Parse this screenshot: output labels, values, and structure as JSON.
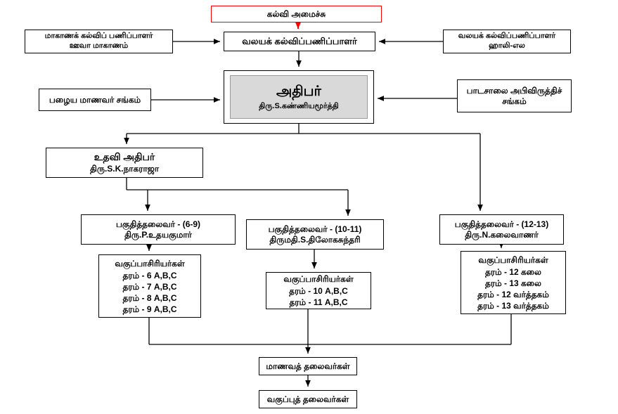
{
  "diagram": {
    "ministry": {
      "label": "கல்வி அமைச்சு"
    },
    "zonal_director": {
      "label": "வலயக் கல்விப்பணிப்பாளர்"
    },
    "provincial_director": {
      "line1": "மாகாணக் கல்விப் பணிப்பாளர்",
      "line2": "ஊவா மாகாணம்"
    },
    "zonal_office": {
      "line1": "வலயக் கல்விப்பணிப்பாளர்",
      "line2": "ஹாலி-எல"
    },
    "principal": {
      "title": "அதிபர்",
      "name": "திரு.S.கண்ணியமூர்த்தி"
    },
    "old_students_assoc": {
      "label": "பழைய மாணவர் சங்கம்"
    },
    "school_dev_society": {
      "line1": "பாடசாலை அபிவிருத்திச்",
      "line2": "சங்கம்"
    },
    "vice_principal": {
      "title": "உதவி அதிபர்",
      "name": "திரு.S.K.நாகராஜா"
    },
    "section_heads": [
      {
        "title": "பகுதித்தலைவர் - (6-9)",
        "name": "திரு.P.உதயகுமார்"
      },
      {
        "title": "பகுதித்தலைவர் - (10-11)",
        "name": "திருமதி.S.திலோகசுந்தரி"
      },
      {
        "title": "பகுதித்தலைவர் - (12-13)",
        "name": "திரு.N.கலைவாணர்"
      }
    ],
    "class_teachers": [
      {
        "heading": "வகுப்பாசிரியர்கள்",
        "rows": [
          "தரம் - 6  A,B,C",
          "தரம் - 7  A,B,C",
          "தரம் - 8  A,B,C",
          "தரம் - 9  A,B,C"
        ]
      },
      {
        "heading": "வகுப்பாசிரியர்கள்",
        "rows": [
          "தரம் - 10  A,B,C",
          "தரம் - 11  A,B,C"
        ]
      },
      {
        "heading": "வகுப்பாசிரியர்கள்",
        "rows": [
          "தரம் - 12  கலை",
          "தரம் - 13  கலை",
          "தரம் - 12  வர்த்தகம்",
          "தரம் - 13  வர்த்தகம்"
        ]
      }
    ],
    "student_leaders": {
      "label": "மாணவத் தலைவர்கள்"
    },
    "class_leaders": {
      "label": "வகுப்புத் தலைவர்கள்"
    },
    "colors": {
      "ministry_border": "#ff0000",
      "ministry_arrow": "#ff0000",
      "principal_fill": "#d9d9d9",
      "line": "#000000",
      "box_border": "#000000",
      "background": "#ffffff"
    }
  }
}
